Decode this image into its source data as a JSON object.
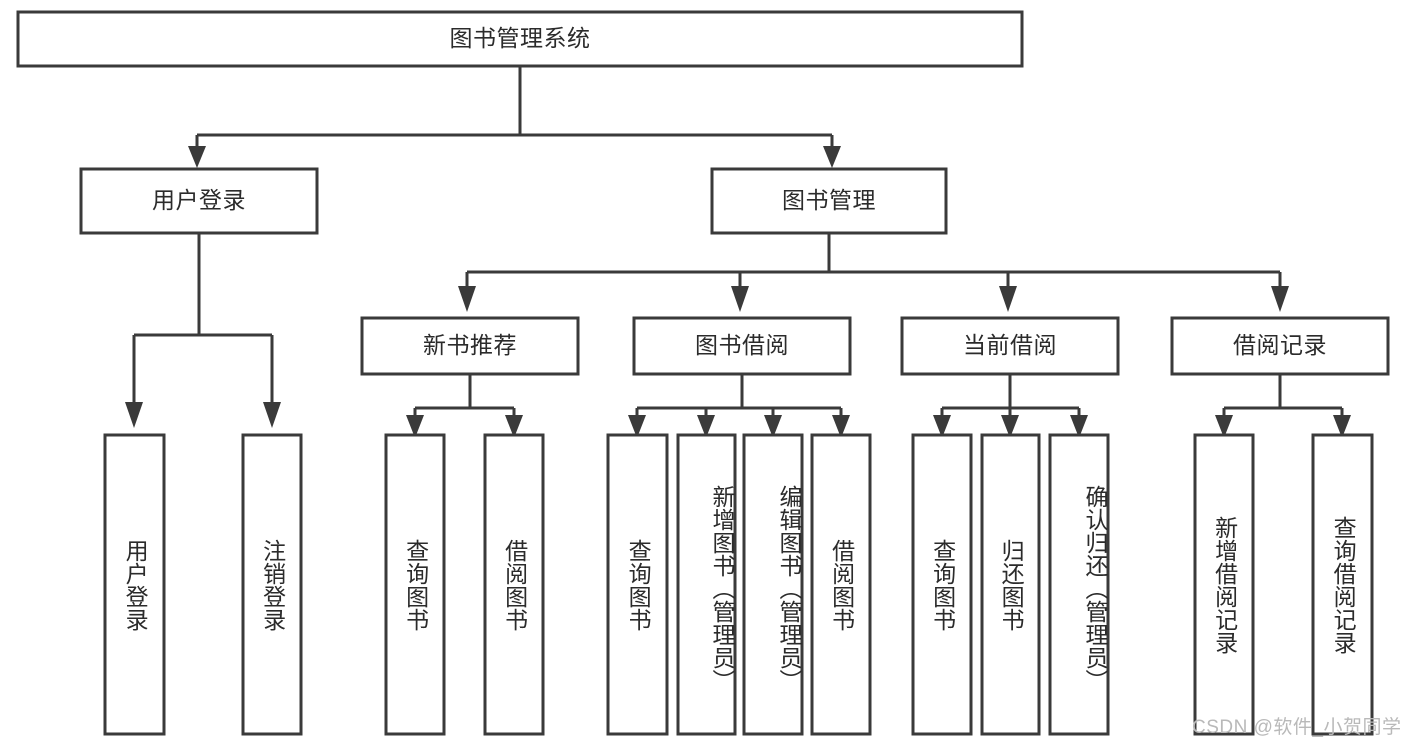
{
  "diagram": {
    "type": "tree-hierarchy-chart",
    "title": "图书管理系统",
    "stroke_color": "#3a3a3a",
    "text_color": "#2b2b2b",
    "background": "#ffffff",
    "levels": 4
  },
  "nodes": {
    "root": {
      "label": "图书管理系统"
    },
    "level2": [
      {
        "label": "用户登录"
      },
      {
        "label": "图书管理"
      }
    ],
    "level3": [
      {
        "label": "新书推荐"
      },
      {
        "label": "图书借阅"
      },
      {
        "label": "当前借阅"
      },
      {
        "label": "借阅记录"
      }
    ],
    "leaves": {
      "user_login": [
        {
          "label": "用户登录"
        },
        {
          "label": "注销登录"
        }
      ],
      "new_book": [
        {
          "label": "查询图书"
        },
        {
          "label": "借阅图书"
        }
      ],
      "book_borrow": [
        {
          "label": "查询图书"
        },
        {
          "label": "新增图书（管理员）"
        },
        {
          "label": "编辑图书（管理员）"
        },
        {
          "label": "借阅图书"
        }
      ],
      "current_borrow": [
        {
          "label": "查询图书"
        },
        {
          "label": "归还图书"
        },
        {
          "label": "确认归还（管理员）"
        }
      ],
      "borrow_record": [
        {
          "label": "新增借阅记录"
        },
        {
          "label": "查询借阅记录"
        }
      ]
    }
  },
  "watermark": {
    "text": "CSDN @软件_小贺同学"
  }
}
